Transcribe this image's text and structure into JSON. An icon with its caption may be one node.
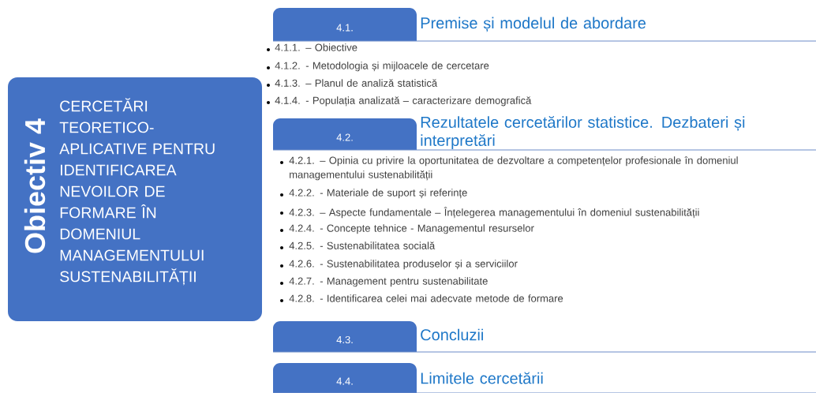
{
  "diagram": {
    "nodes": [
      {
        "text": [
          "Obiectiv 4",
          "CERCETĂRI TEORETICO-APLICATIVE PENTRU IDENTIFICAREA NEVOILOR DE FORMARE ÎN DOMENIUL MANAGEMENTULUI SUSTENABILITĂȚII"
        ]
      },
      {
        "text": [
          "4.1.",
          "Premise și modelul de abordare"
        ]
      },
      {
        "text": [
          "4.2.",
          "Rezultatele cercetărilor statistice. Dezbateri și interpretări"
        ]
      },
      {
        "text": [
          "4.3.",
          "Concluzii"
        ]
      },
      {
        "text": [
          "4.4.",
          "Limitele cercetării"
        ]
      }
    ],
    "labels": [
      "4.1.1. – Obiective",
      "4.1.2.  - Metodologia și mijloacele de cercetare",
      "4.1.3. – Planul de analiză statistică",
      "4.1.4. - Populația analizată – caracterizare demografică",
      "4.2.1. – Opinia cu privire la oportunitatea de dezvoltare a competențelor profesionale în domeniul managementului sustenabilității",
      "4.2.2.  - Materiale de suport și referințe",
      "4.2.3. – Aspecte fundamentale – Înțelegerea managementului în domeniul sustenabilității",
      "4.2.4. - Concepte tehnice - Managementul resurselor",
      "4.2.5. - Sustenabilitatea socială",
      "4.2.6. - Sustenabilitatea produselor și a serviciilor",
      "4.2.7. - Management pentru sustenabilitate",
      "4.2.8. - Identificarea celei mai adecvate metode de formare"
    ]
  }
}
